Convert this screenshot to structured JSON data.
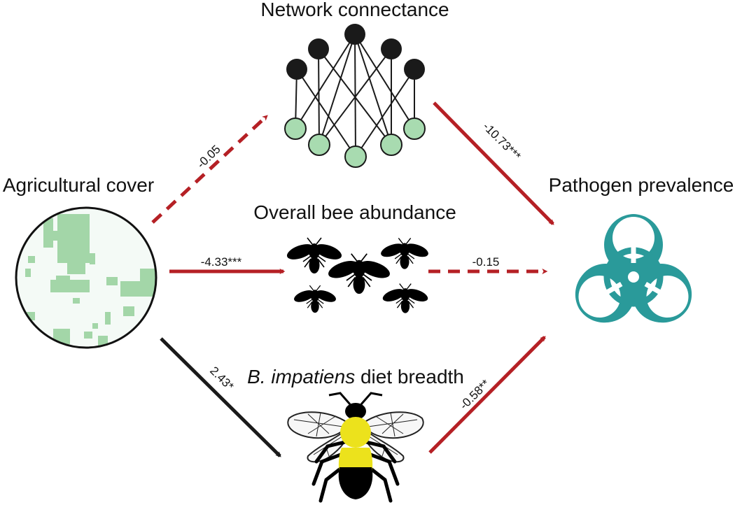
{
  "nodes": {
    "agricultural_cover": "Agricultural cover",
    "network_connectance": "Network connectance",
    "overall_bee_abundance": "Overall bee abundance",
    "diet_breadth_italic": "B. impatiens",
    "diet_breadth_rest": " diet breadth",
    "pathogen_prevalence": "Pathogen prevalence"
  },
  "paths": [
    {
      "from": "agricultural_cover",
      "to": "network_connectance",
      "coefficient": "-0.05",
      "sign": "negative",
      "significant": false
    },
    {
      "from": "network_connectance",
      "to": "pathogen_prevalence",
      "coefficient": "-10.73***",
      "sign": "negative",
      "significant": true
    },
    {
      "from": "agricultural_cover",
      "to": "overall_bee_abundance",
      "coefficient": "-4.33***",
      "sign": "negative",
      "significant": true
    },
    {
      "from": "overall_bee_abundance",
      "to": "pathogen_prevalence",
      "coefficient": "-0.15",
      "sign": "negative",
      "significant": false
    },
    {
      "from": "agricultural_cover",
      "to": "diet_breadth",
      "coefficient": "2.43*",
      "sign": "positive",
      "significant": true
    },
    {
      "from": "diet_breadth",
      "to": "pathogen_prevalence",
      "coefficient": "-0.58**",
      "sign": "negative",
      "significant": true
    }
  ],
  "colors": {
    "negative_path": "#b52025",
    "positive_path": "#1a1a1a",
    "biohazard": "#2a9a9a",
    "network_lower_nodes": "#a8dbb0",
    "network_upper_nodes": "#1a1a1a",
    "land_cover_green": "#a3d6a8",
    "land_cover_bg": "#f4faf6",
    "bee_yellow": "#ece21c"
  },
  "icons": {
    "landscape": "agricultural-landscape-map-icon",
    "network": "bipartite-network-icon",
    "bees": "bee-silhouettes-icon",
    "bumblebee": "bumblebee-icon",
    "biohazard": "biohazard-icon"
  }
}
